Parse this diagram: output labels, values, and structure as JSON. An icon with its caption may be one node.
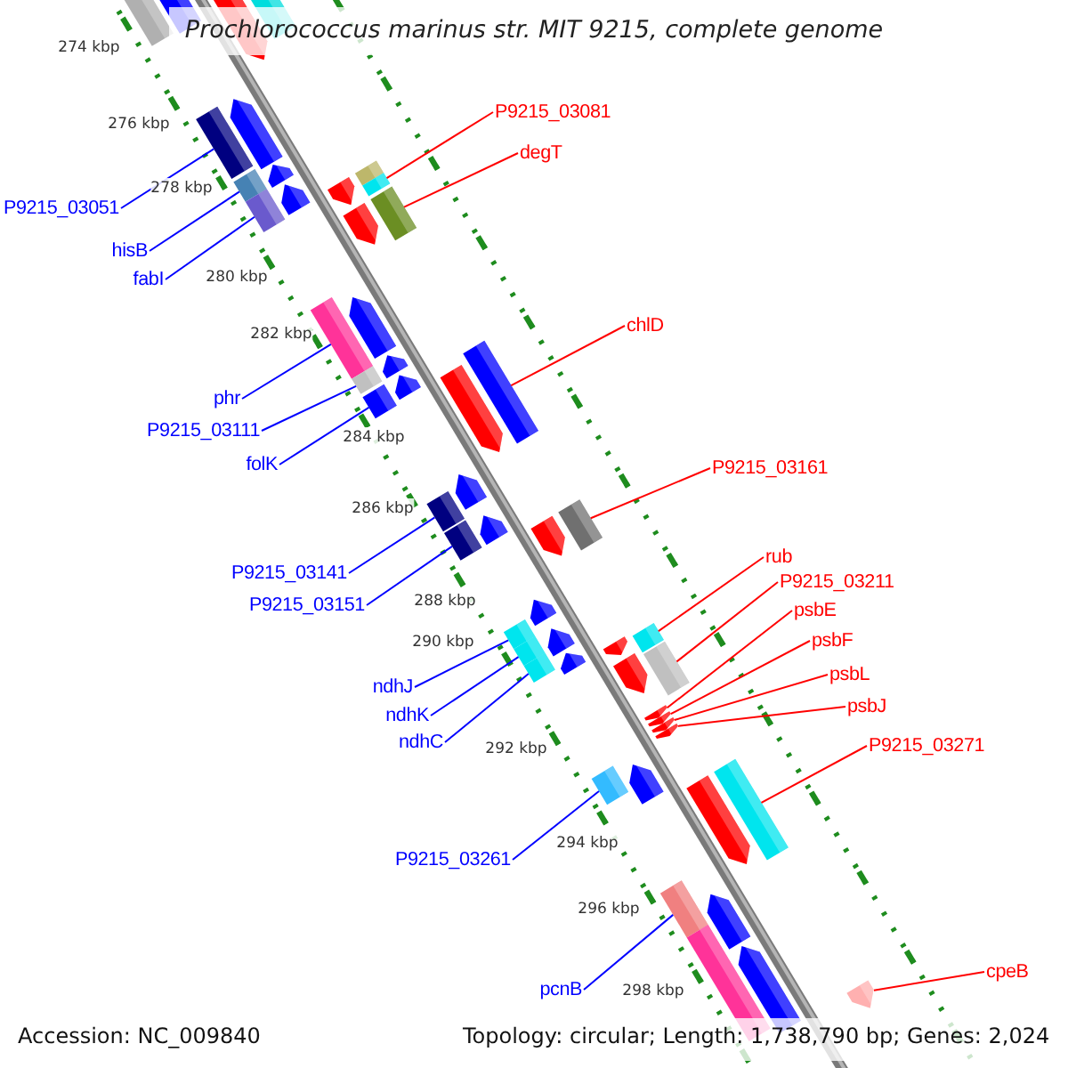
{
  "diagram": {
    "title": "Prochlorococcus marinus str. MIT 9215, complete genome",
    "nodes": [
      {
        "text": [
          "P9215_03081"
        ]
      },
      {
        "text": [
          "degT"
        ]
      },
      {
        "text": [
          "P9215_03051"
        ]
      },
      {
        "text": [
          "hisB"
        ]
      },
      {
        "text": [
          "fabI"
        ]
      },
      {
        "text": [
          "chlD"
        ]
      },
      {
        "text": [
          "phr"
        ]
      },
      {
        "text": [
          "P9215_03111"
        ]
      },
      {
        "text": [
          "folK"
        ]
      },
      {
        "text": [
          "P9215_03161"
        ]
      },
      {
        "text": [
          "rub"
        ]
      },
      {
        "text": [
          "P9215_03141"
        ]
      },
      {
        "text": [
          "P9215_03211"
        ]
      },
      {
        "text": [
          "P9215_03151"
        ]
      },
      {
        "text": [
          "psbE"
        ]
      },
      {
        "text": [
          "psbF"
        ]
      },
      {
        "text": [
          "psbL"
        ]
      },
      {
        "text": [
          "ndhJ"
        ]
      },
      {
        "text": [
          "psbJ"
        ]
      },
      {
        "text": [
          "ndhK"
        ]
      },
      {
        "text": [
          "ndhC"
        ]
      },
      {
        "text": [
          "P9215_03271"
        ]
      },
      {
        "text": [
          "P9215_03261"
        ]
      },
      {
        "text": [
          "cpeB"
        ]
      },
      {
        "text": [
          "pcnB"
        ]
      },
      {
        "text": [],
        "shape": "box"
      },
      {
        "text": [],
        "shape": "box"
      },
      {
        "text": [],
        "shape": "box"
      },
      {
        "text": [],
        "shape": "box"
      },
      {
        "text": [],
        "shape": "box"
      },
      {
        "text": [],
        "shape": "box"
      },
      {
        "text": [],
        "shape": "box"
      },
      {
        "text": [],
        "shape": "box"
      },
      {
        "text": [],
        "shape": "box"
      },
      {
        "text": [],
        "shape": "box"
      },
      {
        "text": [],
        "shape": "box"
      },
      {
        "text": [],
        "shape": "box"
      },
      {
        "text": [],
        "shape": "box"
      },
      {
        "text": [],
        "shape": "box"
      },
      {
        "text": [],
        "shape": "arrow"
      },
      {
        "text": [],
        "shape": "arrow"
      },
      {
        "text": [],
        "shape": "arrow"
      },
      {
        "text": [],
        "shape": "box"
      },
      {
        "text": [],
        "shape": "arrow"
      },
      {
        "text": [],
        "shape": "box"
      },
      {
        "text": [],
        "shape": "box"
      },
      {
        "text": [],
        "shape": "box"
      },
      {
        "text": [],
        "shape": "box"
      },
      {
        "text": [],
        "shape": "arrow"
      },
      {
        "text": [],
        "shape": "box"
      }
    ],
    "edges": [
      {
        "from": 0,
        "to": 25,
        "arrow": "none",
        "color": "#ff0000"
      },
      {
        "from": 1,
        "to": 26,
        "arrow": "none",
        "color": "#ff0000"
      },
      {
        "from": 2,
        "to": 27,
        "arrow": "none"
      },
      {
        "from": 3,
        "to": 28,
        "arrow": "none"
      },
      {
        "from": 4,
        "to": 29,
        "arrow": "none"
      },
      {
        "from": 5,
        "to": 30,
        "arrow": "none",
        "color": "#ff0000"
      },
      {
        "from": 6,
        "to": 31,
        "arrow": "none"
      },
      {
        "from": 7,
        "to": 32,
        "arrow": "none"
      },
      {
        "from": 8,
        "to": 33,
        "arrow": "none"
      },
      {
        "from": 9,
        "to": 34,
        "arrow": "none",
        "color": "#ff0000"
      },
      {
        "from": 10,
        "to": 35,
        "arrow": "none",
        "color": "#ff0000"
      },
      {
        "from": 11,
        "to": 36,
        "arrow": "none"
      },
      {
        "from": 12,
        "to": 37,
        "arrow": "none",
        "color": "#ff0000"
      },
      {
        "from": 13,
        "to": 38,
        "arrow": "none"
      },
      {
        "from": 14,
        "to": 39,
        "arrow": "none",
        "color": "#ff0000"
      },
      {
        "from": 15,
        "to": 40,
        "arrow": "none",
        "color": "#ff0000"
      },
      {
        "from": 16,
        "to": 41,
        "arrow": "none",
        "color": "#ff0000"
      },
      {
        "from": 17,
        "to": 42,
        "arrow": "none"
      },
      {
        "from": 18,
        "to": 43,
        "arrow": "none",
        "color": "#ff0000"
      },
      {
        "from": 19,
        "to": 44,
        "arrow": "none"
      },
      {
        "from": 20,
        "to": 45,
        "arrow": "none"
      },
      {
        "from": 21,
        "to": 46,
        "arrow": "none",
        "color": "#ff0000"
      },
      {
        "from": 22,
        "to": 47,
        "arrow": "none"
      },
      {
        "from": 23,
        "to": 48,
        "arrow": "none",
        "color": "#ff0000"
      },
      {
        "from": 24,
        "to": 49,
        "arrow": "none"
      }
    ],
    "labels": [
      "274 kbp",
      "276 kbp",
      "278 kbp",
      "280 kbp",
      "282 kbp",
      "284 kbp",
      "286 kbp",
      "288 kbp",
      "290 kbp",
      "292 kbp",
      "294 kbp",
      "296 kbp",
      "298 kbp",
      "Accession: NC_009840",
      "Topology: circular; Length: 1,738,790 bp; Genes: 2,024"
    ]
  }
}
